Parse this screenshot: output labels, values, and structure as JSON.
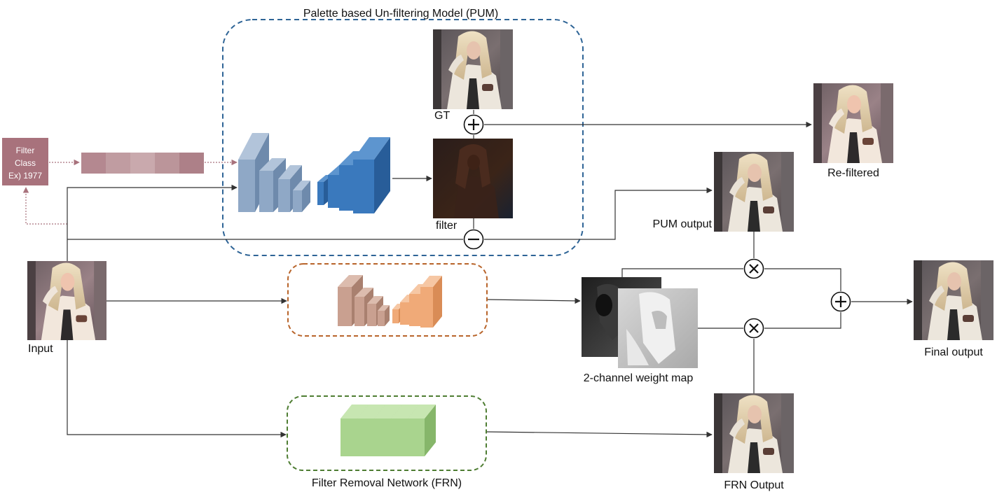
{
  "labels": {
    "pum_title": "Palette based Un-filtering Model (PUM)",
    "frn_title": "Filter Removal Network (FRN)",
    "filter_class_line1": "Filter",
    "filter_class_line2": "Class",
    "filter_class_line3": "Ex) 1977",
    "gt": "GT",
    "filter": "filter",
    "re_filtered": "Re-filtered",
    "pum_output": "PUM output",
    "input": "Input",
    "weight_map": "2-channel weight map",
    "final_output": "Final output",
    "frn_output": "FRN Output"
  },
  "colors": {
    "pum_border": "#2e6496",
    "middle_border": "#b8642a",
    "frn_border": "#4e7d32",
    "filter_class_box": "#a8727c",
    "embedding_strip": "#b99197",
    "pum_encoder": "#8fa8c6",
    "pum_decoder": "#3a79bd",
    "middle_encoder": "#c9a090",
    "middle_decoder": "#f0aa78",
    "frn_block": "#a9d48e",
    "arrow_dotted": "#a8727c",
    "wire": "#333333"
  },
  "icons": {
    "plus_op": "plus-circle-icon",
    "minus_op": "minus-circle-icon",
    "multiply_op": "multiply-circle-icon"
  }
}
